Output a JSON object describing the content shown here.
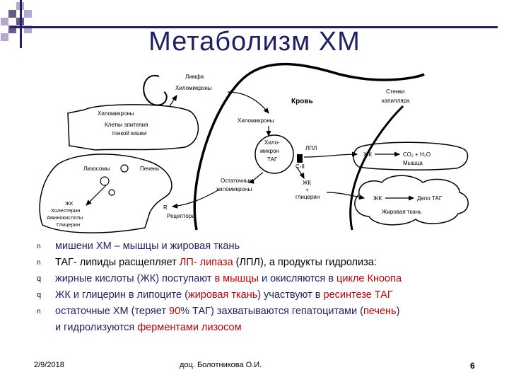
{
  "title": "Метаболизм  ХМ",
  "diagram": {
    "lymph_label_1": "Лимфа",
    "lymph_label_2": "Хиломикроны",
    "blood_label": "Кровь",
    "capillary_wall_1": "Стенки",
    "capillary_wall_2": "капилляра",
    "intestine_chylo": "Хиломикроны",
    "intestine_cells_1": "Клетки эпителия",
    "intestine_cells_2": "тонкой кишки",
    "blood_chylo": "Хиломикроны",
    "hm_1": "Хило-",
    "hm_2": "микрон",
    "hm_3": "ТАГ",
    "lpl": "ЛПЛ",
    "c2": "С-II",
    "muscle_fa": "ЖК",
    "muscle_products": "СО₂ + Н₂О",
    "muscle_name": "Мышца",
    "remnant_1": "Остаточные",
    "remnant_2": "хиломикроны",
    "fa_glycerol_1": "ЖК",
    "fa_glycerol_2": "+",
    "fa_glycerol_3": "глицерин",
    "lysosomes": "Лизосомы",
    "liver": "Печень",
    "liver_products_1": "ЖК",
    "liver_products_2": "Холестерин",
    "liver_products_3": "Аминокислоты",
    "liver_products_4": "Глицерин",
    "receptor_letter": "R",
    "receptors": "Рецепторы",
    "adipose_fa": "ЖК",
    "depot_tag": "Депо ТАГ",
    "adipose_name": "Жировая ткань"
  },
  "bullets": [
    {
      "marker": "n",
      "segments": [
        {
          "text": "мишени ХМ – мышцы и жировая ткань",
          "style": "blue"
        }
      ]
    },
    {
      "marker": "n",
      "segments": [
        {
          "text": "ТАГ- липиды расщепляет ",
          "style": "plain"
        },
        {
          "text": "ЛП- липаза",
          "style": "red"
        },
        {
          "text": " (ЛПЛ), а продукты гидролиза:",
          "style": "plain"
        }
      ]
    },
    {
      "marker": "q",
      "segments": [
        {
          "text": " жирные кислоты (ЖК) поступают ",
          "style": "blue"
        },
        {
          "text": "в мышцы",
          "style": "red"
        },
        {
          "text": " и окисляются в ",
          "style": "blue"
        },
        {
          "text": "цикле Кноопа",
          "style": "red"
        }
      ]
    },
    {
      "marker": "q",
      "segments": [
        {
          "text": "ЖК и глицерин в липоците (",
          "style": "blue"
        },
        {
          "text": "жировая ткань",
          "style": "red"
        },
        {
          "text": ") участвуют в ",
          "style": "blue"
        },
        {
          "text": "ресинтезе ТАГ",
          "style": "red"
        }
      ]
    },
    {
      "marker": "n",
      "segments": [
        {
          "text": "остаточные ХМ (теряет ",
          "style": "blue"
        },
        {
          "text": "90",
          "style": "red"
        },
        {
          "text": "% ТАГ) захватываются гепатоцитами (",
          "style": "blue"
        },
        {
          "text": "печень",
          "style": "red"
        },
        {
          "text": ")",
          "style": "blue"
        }
      ]
    }
  ],
  "bullet_continuation": [
    {
      "text": "и гидролизуются ",
      "style": "blue"
    },
    {
      "text": "ферментами лизосом",
      "style": "red"
    }
  ],
  "footer": {
    "date": "2/9/2018",
    "author": "доц. Болотникова О.И.",
    "page": "6"
  },
  "colors": {
    "title": "#1f1f66",
    "accent_red": "#c00000",
    "deco_purple": "#6a5a8c",
    "deco_lavender": "#b5a8cf"
  }
}
